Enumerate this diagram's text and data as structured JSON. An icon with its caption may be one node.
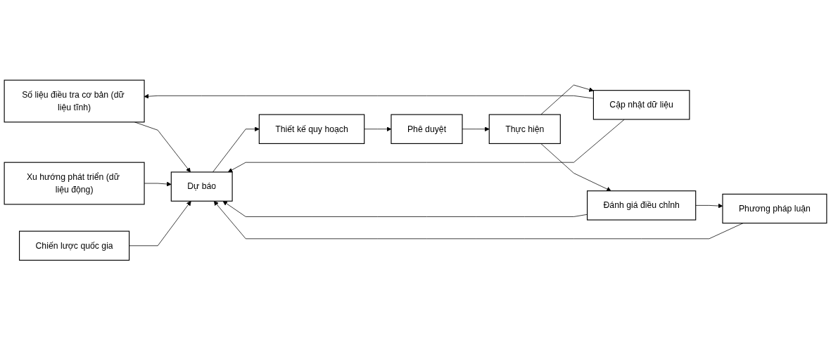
{
  "diagram": {
    "nodes": [
      {
        "text": [
          "Số liệu điều tra cơ bản (dữ liệu tĩnh)"
        ]
      },
      {
        "text": [
          "Xu hướng phát triển (dữ liệu động)"
        ]
      },
      {
        "text": [
          "Chiến lược quốc gia"
        ]
      },
      {
        "text": [
          "Phương pháp luận"
        ]
      },
      {
        "text": [
          "Dự báo"
        ]
      },
      {
        "text": [
          "Thiết kế quy hoạch"
        ]
      },
      {
        "text": [
          "Phê duyệt"
        ]
      },
      {
        "text": [
          "Thực hiện"
        ]
      },
      {
        "text": [
          "Cập nhật dữ liệu"
        ]
      },
      {
        "text": [
          "Đánh giá điều chỉnh"
        ]
      }
    ],
    "edges": [
      {
        "from": 0,
        "to": 4,
        "arrow": "to"
      },
      {
        "from": 1,
        "to": 4,
        "arrow": "to"
      },
      {
        "from": 2,
        "to": 4,
        "arrow": "to"
      },
      {
        "from": 3,
        "to": 4,
        "arrow": "to"
      },
      {
        "from": 4,
        "to": 5,
        "arrow": "to"
      },
      {
        "from": 5,
        "to": 6,
        "arrow": "to"
      },
      {
        "from": 6,
        "to": 7,
        "arrow": "to"
      },
      {
        "from": 7,
        "to": 8,
        "arrow": "to"
      },
      {
        "from": 8,
        "to": 0,
        "arrow": "to"
      },
      {
        "from": 8,
        "to": 4,
        "arrow": "to"
      },
      {
        "from": 7,
        "to": 9,
        "arrow": "to"
      },
      {
        "from": 9,
        "to": 3,
        "arrow": "to"
      },
      {
        "from": 9,
        "to": 4,
        "arrow": "to"
      }
    ]
  }
}
